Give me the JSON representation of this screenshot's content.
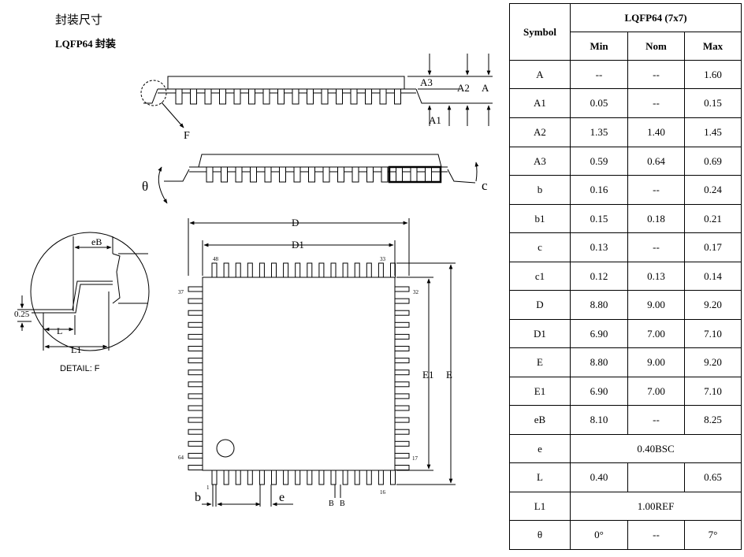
{
  "heading": "封装尺寸",
  "subheading": "LQFP64  封装",
  "drawing": {
    "side": {
      "a3": "A3",
      "a2": "A2",
      "a": "A",
      "a1": "A1",
      "f": "F"
    },
    "front": {
      "theta": "θ",
      "c": "c"
    },
    "detail": {
      "eb": "eB",
      "dim": "0.25",
      "l": "L",
      "l1": "L1",
      "caption": "DETAIL:  F"
    },
    "top": {
      "d": "D",
      "d1": "D1",
      "e": "E",
      "e1": "E1",
      "pin48": "48",
      "pin33": "33",
      "pin37": "37",
      "pin32": "32",
      "pin64": "64",
      "pin17": "17",
      "pin1": "1",
      "pin16": "16",
      "b": "b",
      "e_pitch": "e",
      "b1": "B",
      "b2": "B"
    }
  },
  "table": {
    "symbol_header": "Symbol",
    "package_header": "LQFP64 (7x7)",
    "col_min": "Min",
    "col_nom": "Nom",
    "col_max": "Max",
    "rows": [
      {
        "sym": "A",
        "min": "--",
        "nom": "--",
        "max": "1.60"
      },
      {
        "sym": "A1",
        "min": "0.05",
        "nom": "--",
        "max": "0.15"
      },
      {
        "sym": "A2",
        "min": "1.35",
        "nom": "1.40",
        "max": "1.45"
      },
      {
        "sym": "A3",
        "min": "0.59",
        "nom": "0.64",
        "max": "0.69"
      },
      {
        "sym": "b",
        "min": "0.16",
        "nom": "--",
        "max": "0.24"
      },
      {
        "sym": "b1",
        "min": "0.15",
        "nom": "0.18",
        "max": "0.21"
      },
      {
        "sym": "c",
        "min": "0.13",
        "nom": "--",
        "max": "0.17"
      },
      {
        "sym": "c1",
        "min": "0.12",
        "nom": "0.13",
        "max": "0.14"
      },
      {
        "sym": "D",
        "min": "8.80",
        "nom": "9.00",
        "max": "9.20"
      },
      {
        "sym": "D1",
        "min": "6.90",
        "nom": "7.00",
        "max": "7.10"
      },
      {
        "sym": "E",
        "min": "8.80",
        "nom": "9.00",
        "max": "9.20"
      },
      {
        "sym": "E1",
        "min": "6.90",
        "nom": "7.00",
        "max": "7.10"
      },
      {
        "sym": "eB",
        "min": "8.10",
        "nom": "--",
        "max": "8.25"
      },
      {
        "sym": "e",
        "span": "0.40BSC"
      },
      {
        "sym": "L",
        "min": "0.40",
        "nom": "",
        "max": "0.65"
      },
      {
        "sym": "L1",
        "span": "1.00REF"
      },
      {
        "sym": "θ",
        "min": "0°",
        "nom": "--",
        "max": "7°"
      }
    ]
  }
}
